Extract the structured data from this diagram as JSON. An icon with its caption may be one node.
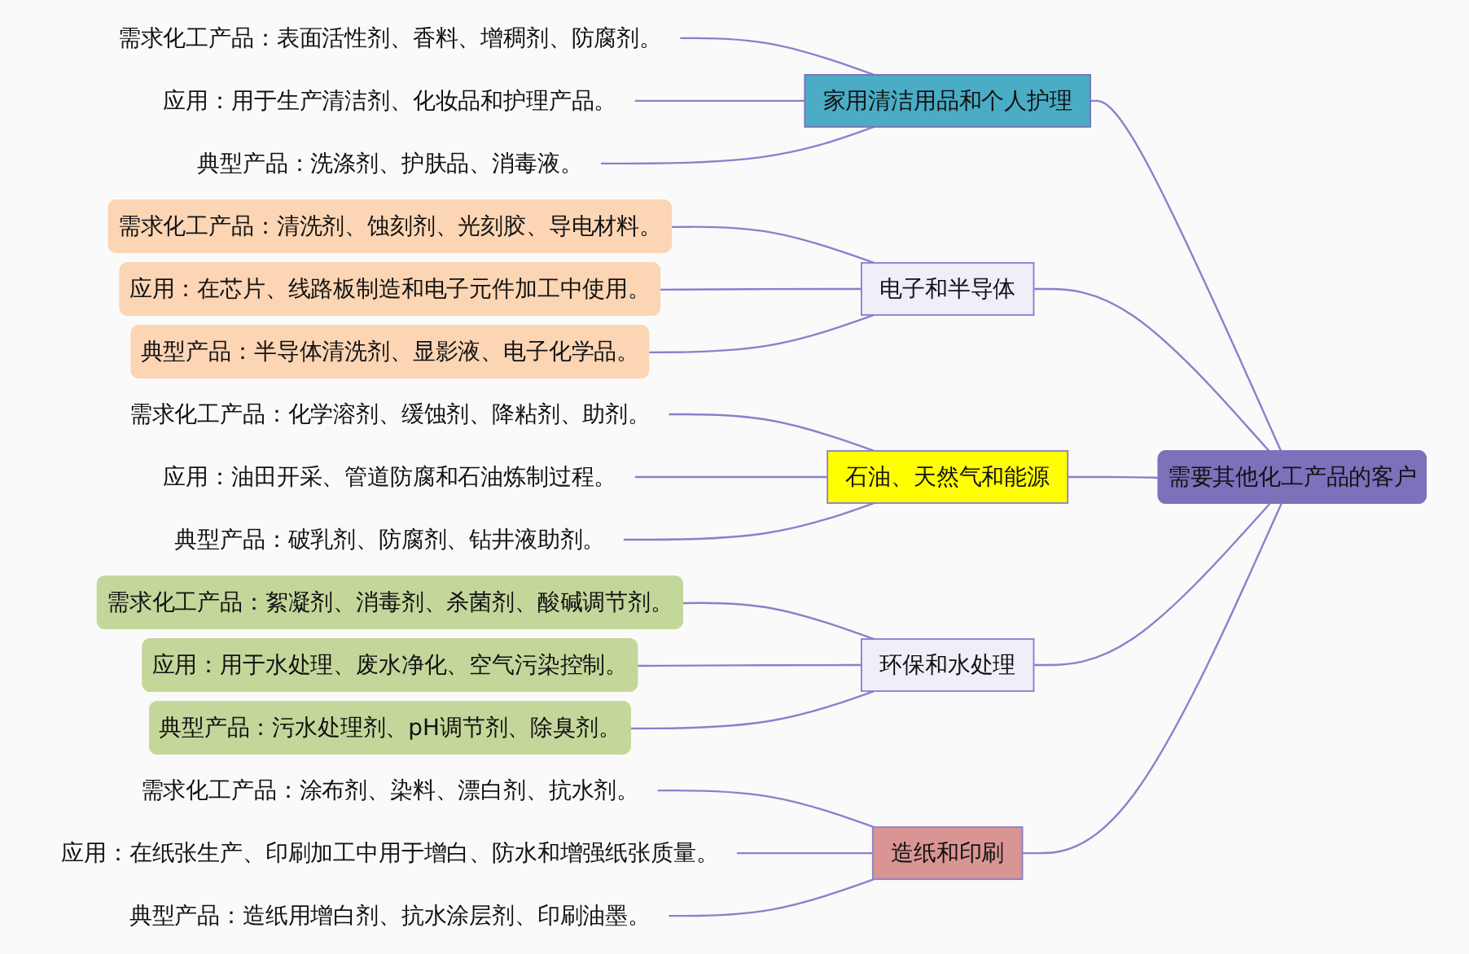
{
  "diagram": {
    "nodes": [
      {
        "text": [
          "需要其他化工产品的客户"
        ]
      },
      {
        "text": [
          "家用清洁用品和个人护理"
        ]
      },
      {
        "text": [
          "需求化工产品：表面活性剂、香料、增稠剂、防腐剂。"
        ]
      },
      {
        "text": [
          "应用：用于生产清洁剂、化妆品和护理产品。"
        ]
      },
      {
        "text": [
          "典型产品：洗涤剂、护肤品、消毒液。"
        ]
      },
      {
        "text": [
          "电子和半导体"
        ]
      },
      {
        "text": [
          "需求化工产品：清洗剂、蚀刻剂、光刻胶、导电材料。"
        ]
      },
      {
        "text": [
          "应用：在芯片、线路板制造和电子元件加工中使用。"
        ]
      },
      {
        "text": [
          "典型产品：半导体清洗剂、显影液、电子化学品。"
        ]
      },
      {
        "text": [
          "石油、天然气和能源"
        ]
      },
      {
        "text": [
          "需求化工产品：化学溶剂、缓蚀剂、降粘剂、助剂。"
        ]
      },
      {
        "text": [
          "应用：油田开采、管道防腐和石油炼制过程。"
        ]
      },
      {
        "text": [
          "典型产品：破乳剂、防腐剂、钻井液助剂。"
        ]
      },
      {
        "text": [
          "环保和水处理"
        ]
      },
      {
        "text": [
          "需求化工产品：絮凝剂、消毒剂、杀菌剂、酸碱调节剂。"
        ]
      },
      {
        "text": [
          "应用：用于水处理、废水净化、空气污染控制。"
        ]
      },
      {
        "text": [
          "典型产品：污水处理剂、pH调节剂、除臭剂。"
        ]
      },
      {
        "text": [
          "造纸和印刷"
        ]
      },
      {
        "text": [
          "需求化工产品：涂布剂、染料、漂白剂、抗水剂。"
        ]
      },
      {
        "text": [
          "应用：在纸张生产、印刷加工中用于增白、防水和增强纸张质量。"
        ]
      },
      {
        "text": [
          "典型产品：造纸用增白剂、抗水涂层剂、印刷油墨。"
        ]
      }
    ],
    "edges": [
      {
        "from": 0,
        "to": 1,
        "arrow": "none"
      },
      {
        "from": 1,
        "to": 2,
        "arrow": "none"
      },
      {
        "from": 1,
        "to": 3,
        "arrow": "none"
      },
      {
        "from": 1,
        "to": 4,
        "arrow": "none"
      },
      {
        "from": 0,
        "to": 5,
        "arrow": "none"
      },
      {
        "from": 5,
        "to": 6,
        "arrow": "none"
      },
      {
        "from": 5,
        "to": 7,
        "arrow": "none"
      },
      {
        "from": 5,
        "to": 8,
        "arrow": "none"
      },
      {
        "from": 0,
        "to": 9,
        "arrow": "none"
      },
      {
        "from": 9,
        "to": 10,
        "arrow": "none"
      },
      {
        "from": 9,
        "to": 11,
        "arrow": "none"
      },
      {
        "from": 9,
        "to": 12,
        "arrow": "none"
      },
      {
        "from": 0,
        "to": 13,
        "arrow": "none"
      },
      {
        "from": 13,
        "to": 14,
        "arrow": "none"
      },
      {
        "from": 13,
        "to": 15,
        "arrow": "none"
      },
      {
        "from": 13,
        "to": 16,
        "arrow": "none"
      },
      {
        "from": 0,
        "to": 17,
        "arrow": "none"
      },
      {
        "from": 17,
        "to": 18,
        "arrow": "none"
      },
      {
        "from": 17,
        "to": 19,
        "arrow": "none"
      },
      {
        "from": 17,
        "to": 20,
        "arrow": "none"
      }
    ]
  }
}
